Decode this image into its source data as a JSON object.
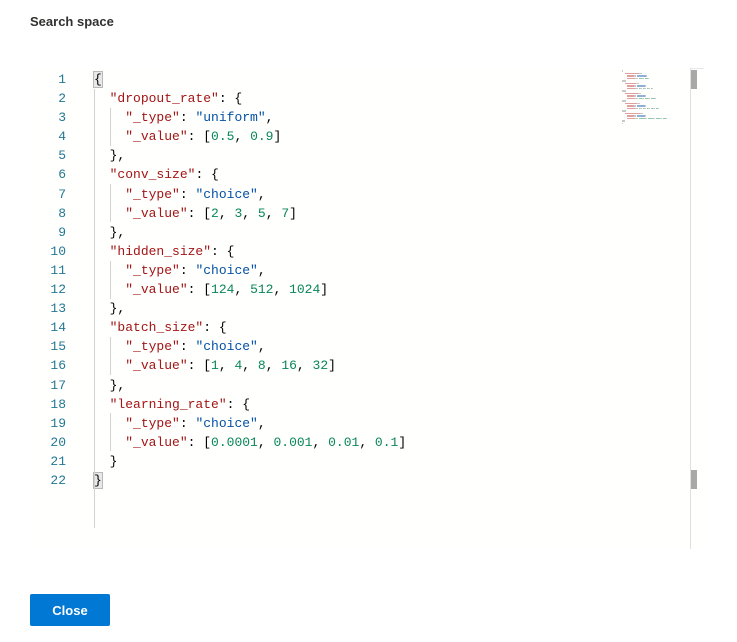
{
  "dialog": {
    "title": "Search space",
    "close_label": "Close",
    "accent_color": "#0078d4"
  },
  "editor": {
    "language": "json",
    "line_numbers": [
      "1",
      "2",
      "3",
      "4",
      "5",
      "6",
      "7",
      "8",
      "9",
      "10",
      "11",
      "12",
      "13",
      "14",
      "15",
      "16",
      "17",
      "18",
      "19",
      "20",
      "21",
      "22"
    ],
    "lines": [
      [
        {
          "t": "{",
          "c": "punc bracket-match"
        }
      ],
      [
        {
          "t": "  "
        },
        {
          "t": "\"dropout_rate\"",
          "c": "key"
        },
        {
          "t": ": {",
          "c": "punc"
        }
      ],
      [
        {
          "t": "    "
        },
        {
          "t": "\"_type\"",
          "c": "key"
        },
        {
          "t": ": ",
          "c": "punc"
        },
        {
          "t": "\"uniform\"",
          "c": "str"
        },
        {
          "t": ",",
          "c": "punc"
        }
      ],
      [
        {
          "t": "    "
        },
        {
          "t": "\"_value\"",
          "c": "key"
        },
        {
          "t": ": [",
          "c": "punc"
        },
        {
          "t": "0.5",
          "c": "num"
        },
        {
          "t": ", ",
          "c": "punc"
        },
        {
          "t": "0.9",
          "c": "num"
        },
        {
          "t": "]",
          "c": "punc"
        }
      ],
      [
        {
          "t": "  },",
          "c": "punc"
        }
      ],
      [
        {
          "t": "  "
        },
        {
          "t": "\"conv_size\"",
          "c": "key"
        },
        {
          "t": ": {",
          "c": "punc"
        }
      ],
      [
        {
          "t": "    "
        },
        {
          "t": "\"_type\"",
          "c": "key"
        },
        {
          "t": ": ",
          "c": "punc"
        },
        {
          "t": "\"choice\"",
          "c": "str"
        },
        {
          "t": ",",
          "c": "punc"
        }
      ],
      [
        {
          "t": "    "
        },
        {
          "t": "\"_value\"",
          "c": "key"
        },
        {
          "t": ": [",
          "c": "punc"
        },
        {
          "t": "2",
          "c": "num"
        },
        {
          "t": ", ",
          "c": "punc"
        },
        {
          "t": "3",
          "c": "num"
        },
        {
          "t": ", ",
          "c": "punc"
        },
        {
          "t": "5",
          "c": "num"
        },
        {
          "t": ", ",
          "c": "punc"
        },
        {
          "t": "7",
          "c": "num"
        },
        {
          "t": "]",
          "c": "punc"
        }
      ],
      [
        {
          "t": "  },",
          "c": "punc"
        }
      ],
      [
        {
          "t": "  "
        },
        {
          "t": "\"hidden_size\"",
          "c": "key"
        },
        {
          "t": ": {",
          "c": "punc"
        }
      ],
      [
        {
          "t": "    "
        },
        {
          "t": "\"_type\"",
          "c": "key"
        },
        {
          "t": ": ",
          "c": "punc"
        },
        {
          "t": "\"choice\"",
          "c": "str"
        },
        {
          "t": ",",
          "c": "punc"
        }
      ],
      [
        {
          "t": "    "
        },
        {
          "t": "\"_value\"",
          "c": "key"
        },
        {
          "t": ": [",
          "c": "punc"
        },
        {
          "t": "124",
          "c": "num"
        },
        {
          "t": ", ",
          "c": "punc"
        },
        {
          "t": "512",
          "c": "num"
        },
        {
          "t": ", ",
          "c": "punc"
        },
        {
          "t": "1024",
          "c": "num"
        },
        {
          "t": "]",
          "c": "punc"
        }
      ],
      [
        {
          "t": "  },",
          "c": "punc"
        }
      ],
      [
        {
          "t": "  "
        },
        {
          "t": "\"batch_size\"",
          "c": "key"
        },
        {
          "t": ": {",
          "c": "punc"
        }
      ],
      [
        {
          "t": "    "
        },
        {
          "t": "\"_type\"",
          "c": "key"
        },
        {
          "t": ": ",
          "c": "punc"
        },
        {
          "t": "\"choice\"",
          "c": "str"
        },
        {
          "t": ",",
          "c": "punc"
        }
      ],
      [
        {
          "t": "    "
        },
        {
          "t": "\"_value\"",
          "c": "key"
        },
        {
          "t": ": [",
          "c": "punc"
        },
        {
          "t": "1",
          "c": "num"
        },
        {
          "t": ", ",
          "c": "punc"
        },
        {
          "t": "4",
          "c": "num"
        },
        {
          "t": ", ",
          "c": "punc"
        },
        {
          "t": "8",
          "c": "num"
        },
        {
          "t": ", ",
          "c": "punc"
        },
        {
          "t": "16",
          "c": "num"
        },
        {
          "t": ", ",
          "c": "punc"
        },
        {
          "t": "32",
          "c": "num"
        },
        {
          "t": "]",
          "c": "punc"
        }
      ],
      [
        {
          "t": "  },",
          "c": "punc"
        }
      ],
      [
        {
          "t": "  "
        },
        {
          "t": "\"learning_rate\"",
          "c": "key"
        },
        {
          "t": ": {",
          "c": "punc"
        }
      ],
      [
        {
          "t": "    "
        },
        {
          "t": "\"_type\"",
          "c": "key"
        },
        {
          "t": ": ",
          "c": "punc"
        },
        {
          "t": "\"choice\"",
          "c": "str"
        },
        {
          "t": ",",
          "c": "punc"
        }
      ],
      [
        {
          "t": "    "
        },
        {
          "t": "\"_value\"",
          "c": "key"
        },
        {
          "t": ": [",
          "c": "punc"
        },
        {
          "t": "0.0001",
          "c": "num"
        },
        {
          "t": ", ",
          "c": "punc"
        },
        {
          "t": "0.001",
          "c": "num"
        },
        {
          "t": ", ",
          "c": "punc"
        },
        {
          "t": "0.01",
          "c": "num"
        },
        {
          "t": ", ",
          "c": "punc"
        },
        {
          "t": "0.1",
          "c": "num"
        },
        {
          "t": "]",
          "c": "punc"
        }
      ],
      [
        {
          "t": "  }",
          "c": "punc"
        }
      ],
      [
        {
          "t": "}",
          "c": "punc bracket-match"
        }
      ]
    ],
    "colors": {
      "line_number": "#237893",
      "key": "#a31515",
      "string": "#0451a5",
      "number": "#098658"
    }
  }
}
